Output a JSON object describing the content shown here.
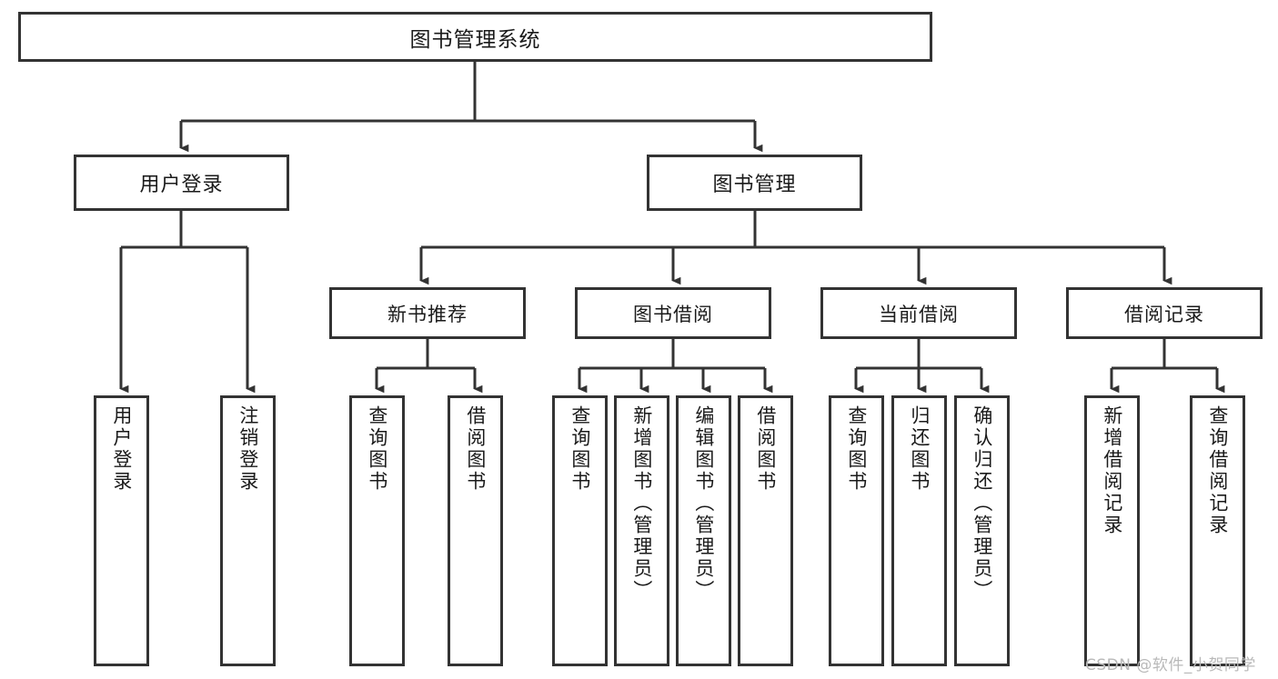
{
  "diagram": {
    "type": "tree-hierarchy-chart",
    "title": "图书管理系统",
    "root": {
      "label": "图书管理系统",
      "id": "root-library-management-system"
    },
    "level2": [
      {
        "id": "user-login",
        "label": "用户登录"
      },
      {
        "id": "book-management",
        "label": "图书管理"
      }
    ],
    "level3": [
      {
        "id": "new-book-recommendation",
        "label": "新书推荐",
        "parent": "book-management"
      },
      {
        "id": "book-borrowing",
        "label": "图书借阅",
        "parent": "book-management"
      },
      {
        "id": "current-borrowing",
        "label": "当前借阅",
        "parent": "book-management"
      },
      {
        "id": "borrowing-record",
        "label": "借阅记录",
        "parent": "book-management"
      }
    ],
    "leaves": [
      {
        "id": "leaf-user-login",
        "label": "用户登录",
        "parent": "user-login"
      },
      {
        "id": "leaf-logout-login",
        "label": "注销登录",
        "parent": "user-login"
      },
      {
        "id": "leaf-query-book-rec",
        "label": "查询图书",
        "parent": "new-book-recommendation"
      },
      {
        "id": "leaf-borrow-book-rec",
        "label": "借阅图书",
        "parent": "new-book-recommendation"
      },
      {
        "id": "leaf-query-book-borrow",
        "label": "查询图书",
        "parent": "book-borrowing"
      },
      {
        "id": "leaf-add-book-admin",
        "label": "新增图书（管理员）",
        "parent": "book-borrowing"
      },
      {
        "id": "leaf-edit-book-admin",
        "label": "编辑图书（管理员）",
        "parent": "book-borrowing"
      },
      {
        "id": "leaf-borrow-book",
        "label": "借阅图书",
        "parent": "book-borrowing"
      },
      {
        "id": "leaf-query-book-current",
        "label": "查询图书",
        "parent": "current-borrowing"
      },
      {
        "id": "leaf-return-book",
        "label": "归还图书",
        "parent": "current-borrowing"
      },
      {
        "id": "leaf-confirm-return-admin",
        "label": "确认归还（管理员）",
        "parent": "current-borrowing"
      },
      {
        "id": "leaf-add-borrow-record",
        "label": "新增借阅记录",
        "parent": "borrowing-record"
      },
      {
        "id": "leaf-query-borrow-record",
        "label": "查询借阅记录",
        "parent": "borrowing-record"
      }
    ],
    "colors": {
      "border": "#333333",
      "background": "#ffffff",
      "text": "#1a1a1a",
      "connector": "#333333",
      "watermark": "#b9b9b9"
    }
  },
  "watermark": {
    "text": "CSDN @软件_小贺同学"
  }
}
